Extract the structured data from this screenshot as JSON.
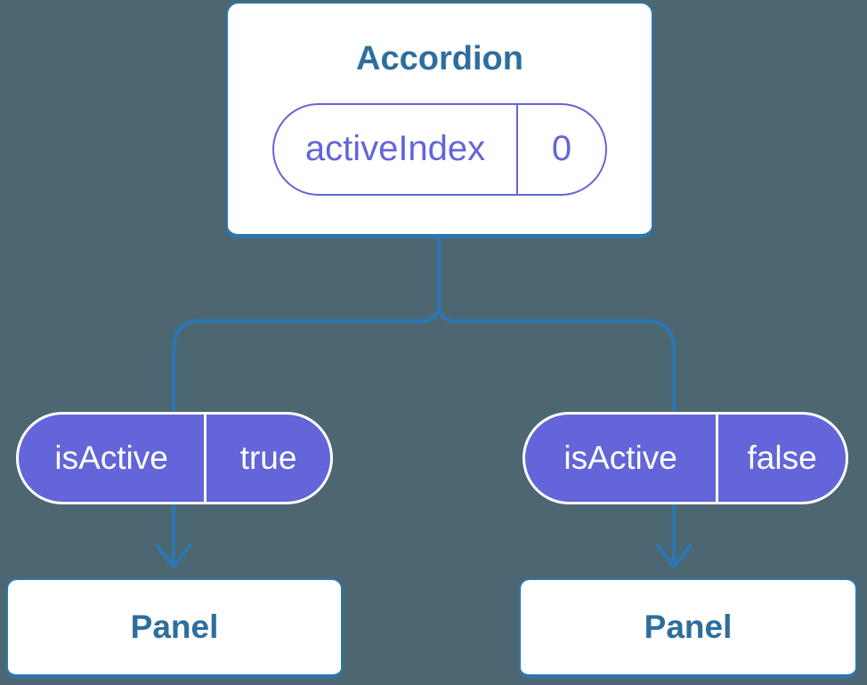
{
  "theme": {
    "bg": "#4C6772",
    "blue": "#2E76AD",
    "node-text": "#2D6E9E",
    "purple": "#6365D9",
    "pill-text": "#FFFFFF",
    "card-bg": "#FFFFFF"
  },
  "tree": {
    "root": {
      "title": "Accordion",
      "prop": {
        "name": "activeIndex",
        "value": "0"
      }
    },
    "children": [
      {
        "prop": {
          "name": "isActive",
          "value": "true"
        },
        "title": "Panel"
      },
      {
        "prop": {
          "name": "isActive",
          "value": "false"
        },
        "title": "Panel"
      }
    ]
  }
}
